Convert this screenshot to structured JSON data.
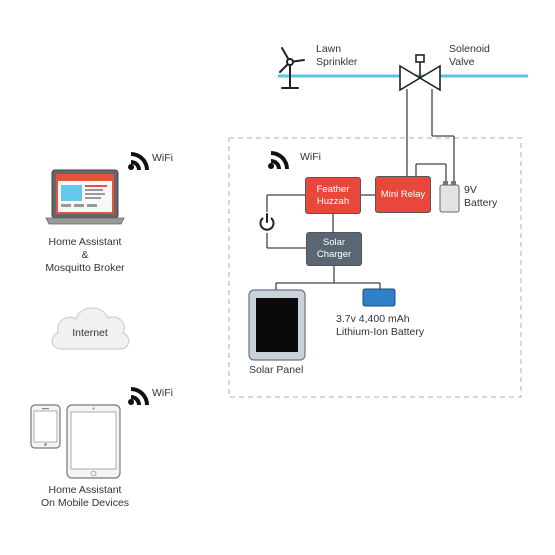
{
  "colors": {
    "pipe": "#5BC4E6",
    "feather": "#E8473A",
    "relay": "#E8473A",
    "charger": "#596775",
    "laptop_screen": "#E5533E",
    "lipo": "#2F80C8",
    "wire": "#444444"
  },
  "labels": {
    "lawn_sprinkler_1": "Lawn",
    "lawn_sprinkler_2": "Sprinkler",
    "solenoid_valve_1": "Solenoid",
    "solenoid_valve_2": "Valve",
    "wifi_main": "WiFi",
    "wifi_laptop": "WiFi",
    "wifi_mobile": "WiFi",
    "feather_1": "Feather",
    "feather_2": "Huzzah",
    "relay": "Mini Relay",
    "battery_1": "9V",
    "battery_2": "Battery",
    "charger_1": "Solar",
    "charger_2": "Charger",
    "lipo_1": "3.7v 4,400 mAh",
    "lipo_2": "Lithium-Ion Battery",
    "solar_panel": "Solar Panel",
    "home_assistant_1": "Home Assistant",
    "home_assistant_2": "&",
    "home_assistant_3": "Mosquitto Broker",
    "internet": "Internet",
    "mobile_1": "Home Assistant",
    "mobile_2": "On Mobile Devices"
  },
  "icons": [
    "wind-turbine-icon",
    "solenoid-valve-icon",
    "wifi-icon",
    "laptop-icon",
    "cloud-icon",
    "phone-icon",
    "tablet-icon",
    "power-button-icon",
    "battery-icon",
    "solar-panel-icon"
  ]
}
